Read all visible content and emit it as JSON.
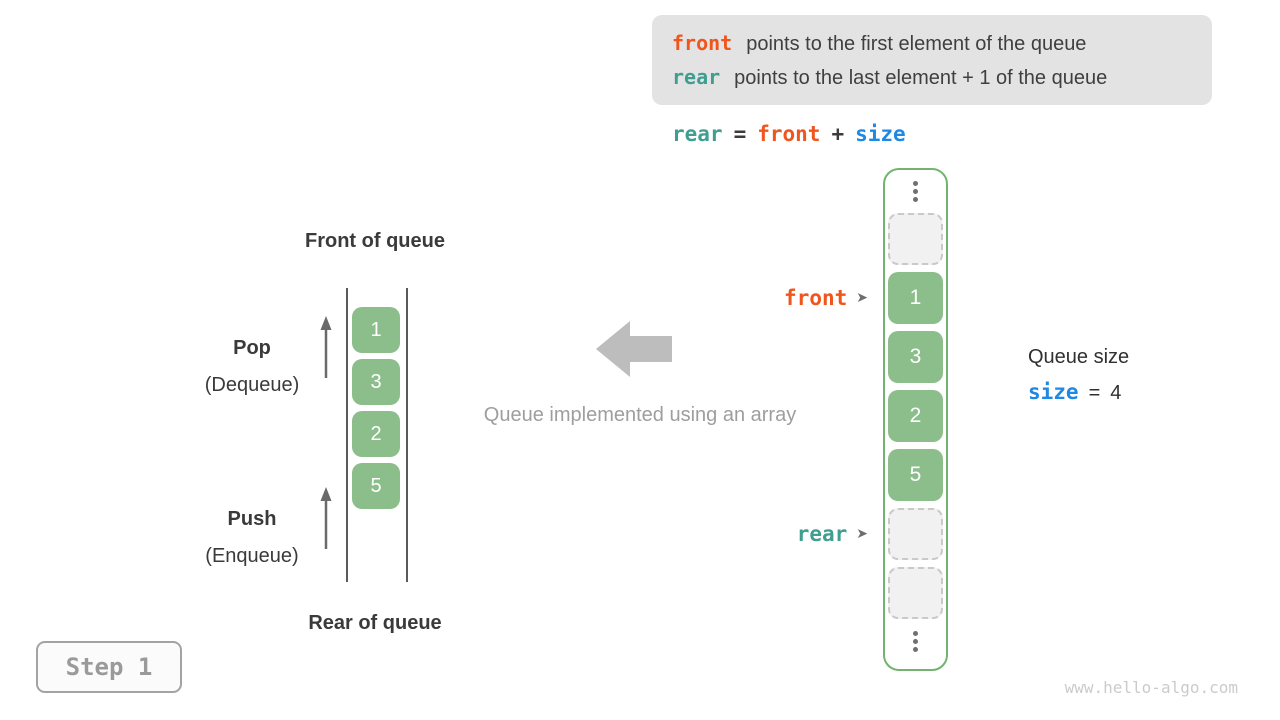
{
  "info_box": {
    "lines": [
      {
        "keyword": "front",
        "text": "points to the first element of the queue"
      },
      {
        "keyword": "rear",
        "text": "points to the last element + 1 of the queue"
      }
    ]
  },
  "formula": {
    "rear": "rear",
    "equals": "=",
    "front": "front",
    "plus": "+",
    "size": "size"
  },
  "left_queue": {
    "front_label": "Front of queue",
    "rear_label": "Rear of queue",
    "pop_label": "Pop",
    "pop_sublabel": "(Dequeue)",
    "push_label": "Push",
    "push_sublabel": "(Enqueue)",
    "cells": [
      "1",
      "3",
      "2",
      "5"
    ]
  },
  "center": {
    "caption": "Queue implemented using an array"
  },
  "array_view": {
    "front_pointer": {
      "label": "front",
      "arrow": "➤"
    },
    "rear_pointer": {
      "label": "rear",
      "arrow": "➤"
    },
    "cells": [
      "1",
      "3",
      "2",
      "5"
    ]
  },
  "queue_size": {
    "title": "Queue size",
    "variable": "size",
    "equals": "=",
    "value": "4"
  },
  "step_badge": {
    "label": "Step 1"
  },
  "watermark": {
    "text": "www.hello-algo.com"
  },
  "colors": {
    "front_orange": "#f0551d",
    "rear_teal": "#3f9e8f",
    "size_blue": "#1e88e5",
    "cell_green": "#8cbe8c",
    "array_border_green": "#72b372",
    "info_box_bg": "#e3e3e3",
    "muted_gray": "#9e9e9e",
    "arrow_gray": "#bdbdbd",
    "text_dark": "#3c3c3c"
  }
}
